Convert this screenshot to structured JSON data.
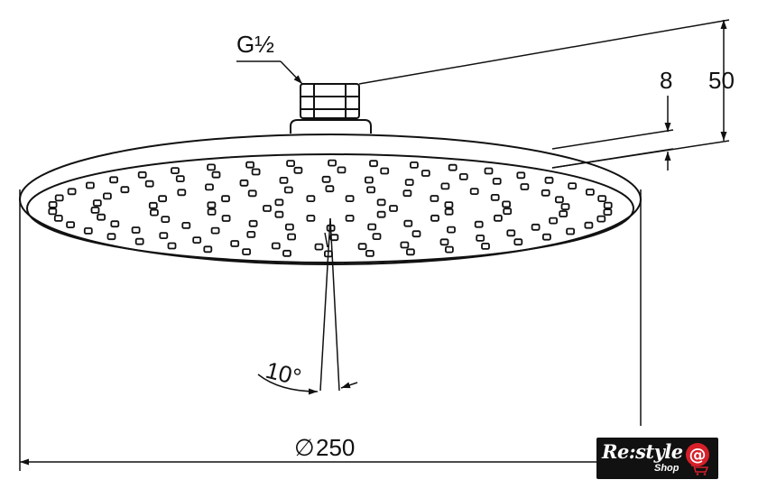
{
  "labels": {
    "thread": "G½",
    "height_total": "50",
    "plate_thickness": "8",
    "spray_angle": "10°",
    "diameter_symbol": "∅",
    "diameter": "250"
  },
  "logo": {
    "main": "Re:style",
    "at": "@",
    "sub": "Shop",
    "accent_color": "#d5202a"
  },
  "colors": {
    "line": "#111111",
    "background": "#ffffff"
  }
}
